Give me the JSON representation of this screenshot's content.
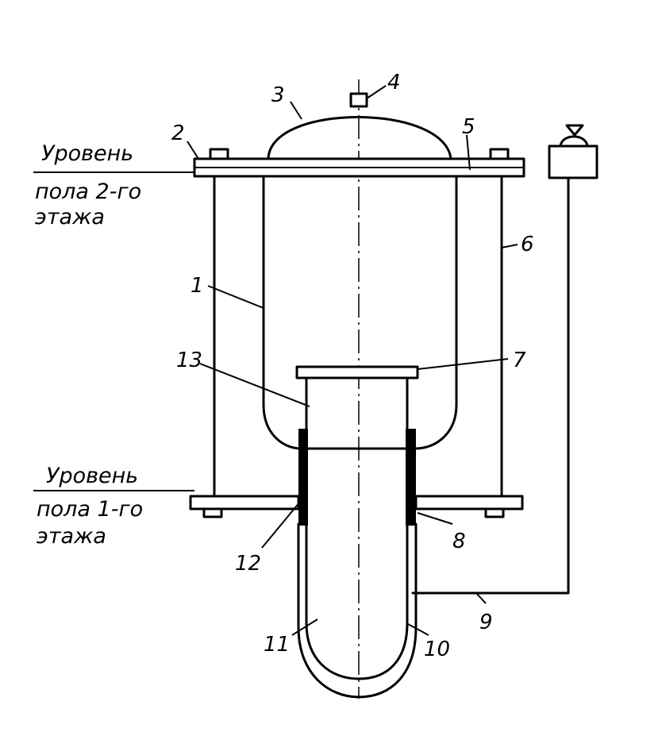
{
  "floor_labels": {
    "second_floor": {
      "line1": "Уровень",
      "line2": "пола 2-го",
      "line3": "этажа"
    },
    "first_floor": {
      "line1": "Уровень",
      "line2": "пола 1-го",
      "line3": "этажа"
    }
  },
  "callouts": [
    "1",
    "2",
    "3",
    "4",
    "5",
    "6",
    "7",
    "8",
    "9",
    "10",
    "11",
    "12",
    "13"
  ]
}
